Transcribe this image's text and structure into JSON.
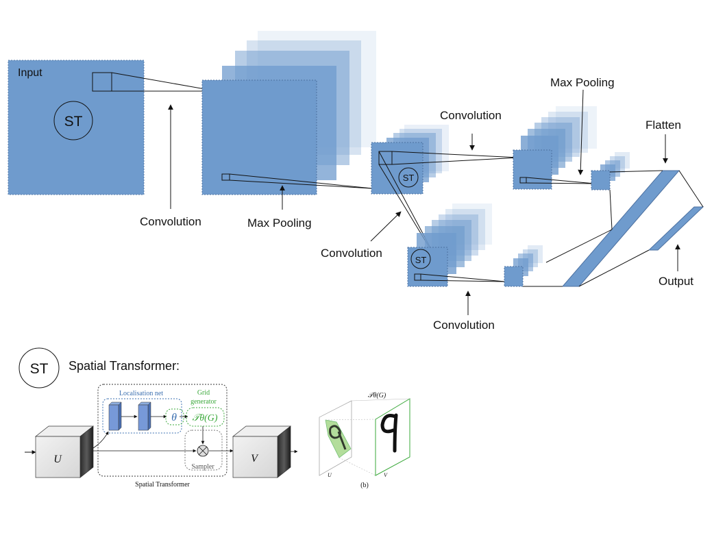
{
  "cnn": {
    "input_label": "Input",
    "st_label": "ST",
    "labels": {
      "conv1": "Convolution",
      "pool1": "Max Pooling",
      "conv2_top": "Convolution",
      "conv2_left": "Convolution",
      "conv2_bottom": "Convolution",
      "pool2": "Max Pooling",
      "flatten": "Flatten",
      "output": "Output"
    }
  },
  "legend": {
    "st_symbol": "ST",
    "title": "Spatial Transformer:"
  },
  "st_figure": {
    "localisation": "Localisation net",
    "grid_generator_line1": "Grid",
    "grid_generator_line2": "generator",
    "sampler": "Sampler",
    "caption": "Spatial Transformer",
    "U": "U",
    "V": "V",
    "theta": "θ",
    "tg": "𝒯θ(G)"
  },
  "sampling_figure": {
    "top_label": "𝒯θ(G)",
    "u_label": "U",
    "v_label": "V",
    "caption": "(b)"
  },
  "colors": {
    "block": "#6f9bcd",
    "block_dark": "#5f8ec4",
    "line": "#111111",
    "localisation": "#3a6fb0",
    "grid": "#3aa83a"
  }
}
